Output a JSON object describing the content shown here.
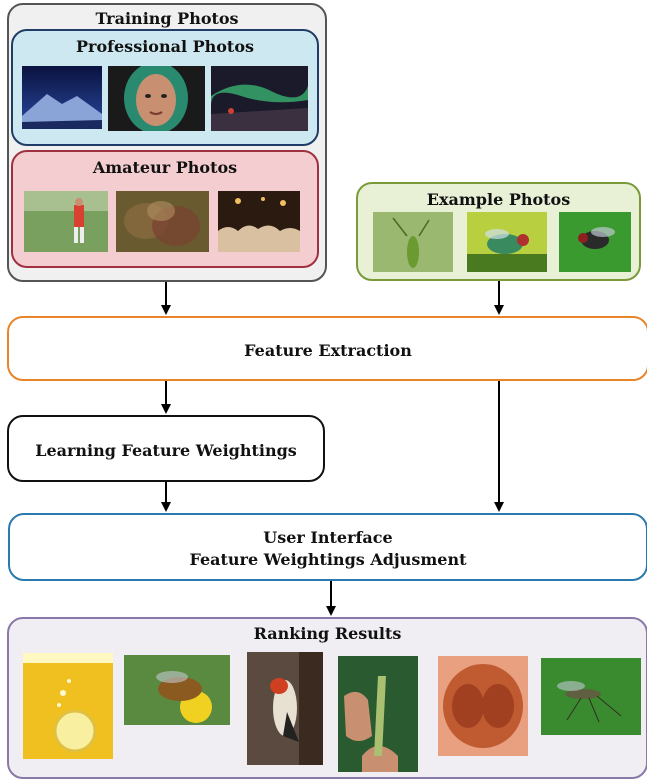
{
  "training": {
    "title": "Training Photos"
  },
  "professional": {
    "title": "Professional Photos",
    "photos": [
      "night mountain landscape",
      "portrait woman with green scarf",
      "aurora landscape"
    ]
  },
  "amateur": {
    "title": "Amateur Photos",
    "photos": [
      "person on field",
      "blurry flowers",
      "crowd at night event"
    ]
  },
  "example": {
    "title": "Example Photos",
    "photos": [
      "grasshopper on leaf",
      "green fly on leaf",
      "fly on leaf"
    ]
  },
  "feature_extraction": {
    "label": "Feature Extraction"
  },
  "learning": {
    "label": "Learning Feature Weightings"
  },
  "user_interface": {
    "line1": "User Interface",
    "line2": "Feature Weightings Adjusment"
  },
  "ranking": {
    "title": "Ranking Results",
    "photos": [
      "lemon in water",
      "bee on flower",
      "woodpecker",
      "hand with insect",
      "fly eye macro",
      "mosquito"
    ]
  },
  "colors": {
    "training_border": "#555555",
    "training_fill": "#f0f0f0",
    "professional_border": "#1f3d66",
    "professional_fill": "#cde8f0",
    "amateur_border": "#a03040",
    "amateur_fill": "#f3cdd0",
    "example_border": "#7a9a3a",
    "example_fill": "#e8f0d6",
    "feature_border": "#e8852a",
    "learning_border": "#111111",
    "ui_border": "#2a7ab0",
    "ranking_border": "#8a78a8",
    "ranking_fill": "#f0eef3"
  }
}
